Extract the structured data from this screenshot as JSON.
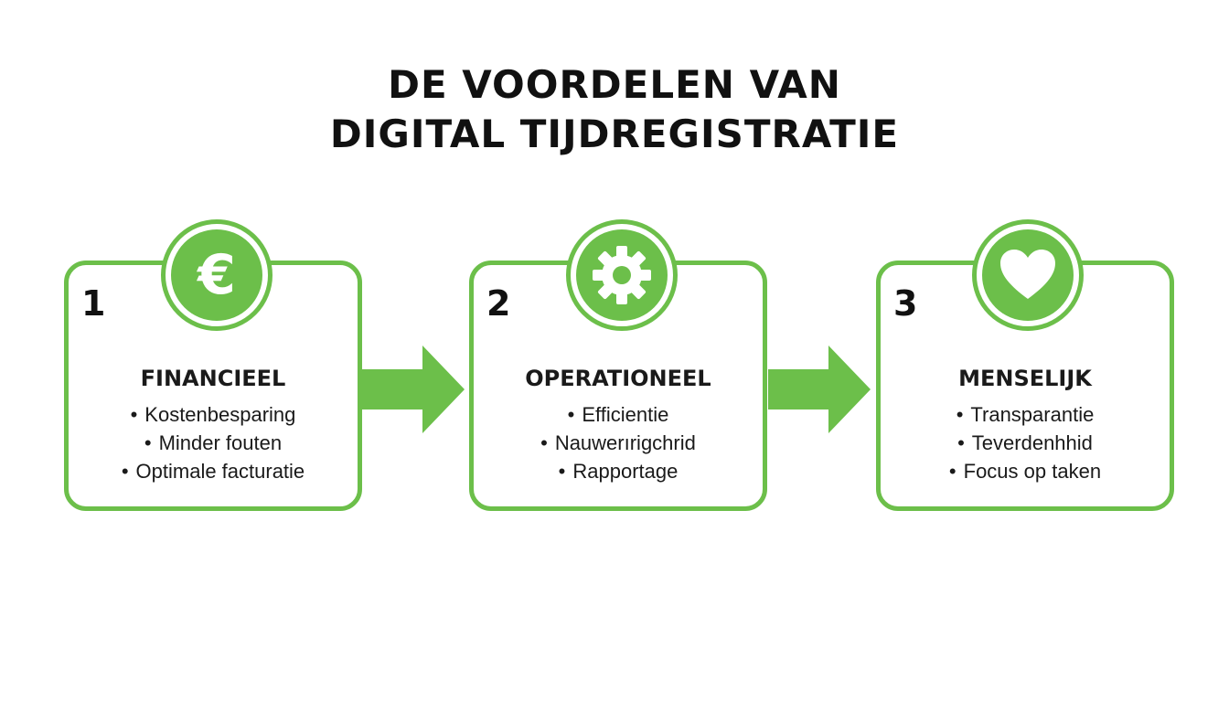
{
  "title": {
    "line1": "DE VOORDELEN VAN",
    "line2": "DIGITAL TIJDREGISTRATIE"
  },
  "colors": {
    "accent": "#6cbf4a",
    "text": "#111111",
    "background": "#ffffff"
  },
  "cards": [
    {
      "number": "1",
      "icon": "euro-icon",
      "heading": "FINANCIEEL",
      "items": [
        "Kostenbesparing",
        "Minder fouten",
        "Optimale facturatie"
      ]
    },
    {
      "number": "2",
      "icon": "gear-icon",
      "heading": "OPERATIONEEL",
      "items": [
        "Efficientie",
        "Nauwerırigchrid",
        "Rapportage"
      ]
    },
    {
      "number": "3",
      "icon": "heart-icon",
      "heading": "MENSELIJK",
      "items": [
        "Transparantie",
        "Teverdenhhid",
        "Focus op taken"
      ]
    }
  ]
}
